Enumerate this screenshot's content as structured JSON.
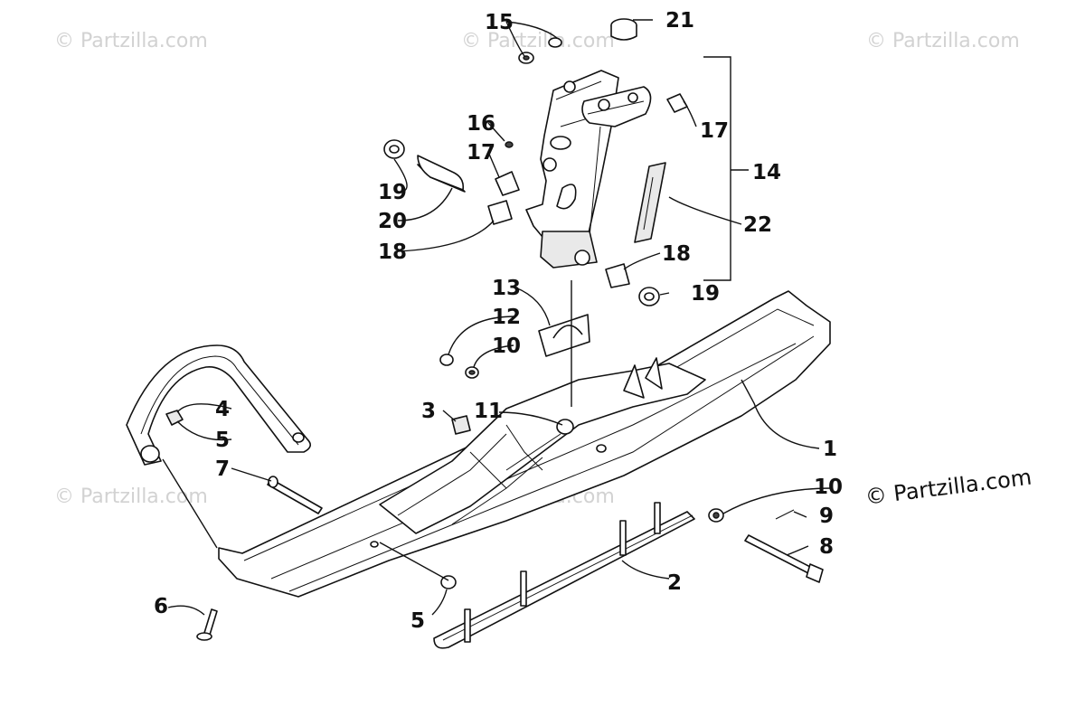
{
  "watermark_text": "© Partzilla.com",
  "brand_text": "© Partzilla.com",
  "callouts": {
    "c1": "1",
    "c2": "2",
    "c3": "3",
    "c4": "4",
    "c5a": "5",
    "c5b": "5",
    "c6": "6",
    "c7": "7",
    "c8": "8",
    "c9": "9",
    "c10a": "10",
    "c10b": "10",
    "c11": "11",
    "c12": "12",
    "c13": "13",
    "c14": "14",
    "c15": "15",
    "c16": "16",
    "c17a": "17",
    "c17b": "17",
    "c18a": "18",
    "c18b": "18",
    "c19a": "19",
    "c19b": "19",
    "c20": "20",
    "c21": "21",
    "c22": "22"
  }
}
